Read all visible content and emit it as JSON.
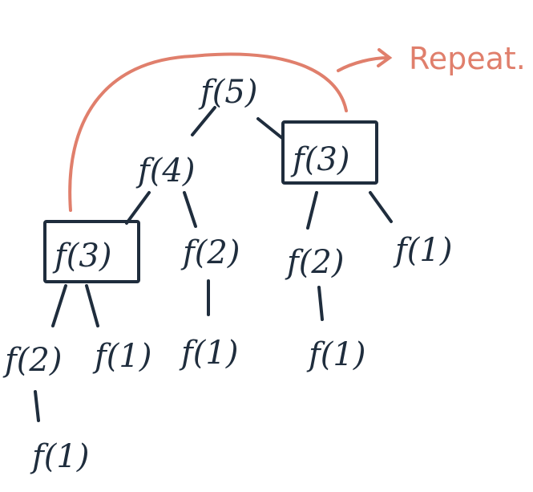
{
  "nodes": {
    "root": "f(5)",
    "l1_left": "f(4)",
    "l1_right": "f(3)",
    "l2_a": "f(3)",
    "l2_b": "f(2)",
    "l2_c": "f(2)",
    "l2_d": "f(1)",
    "l3_a": "f(2)",
    "l3_b": "f(1)",
    "l3_c": "f(1)",
    "l3_d": "f(1)",
    "l4_a": "f(1)"
  },
  "annotation": {
    "label": "Repeat."
  },
  "colors": {
    "ink": "#1f2d3d",
    "accent": "#e07f6c"
  }
}
